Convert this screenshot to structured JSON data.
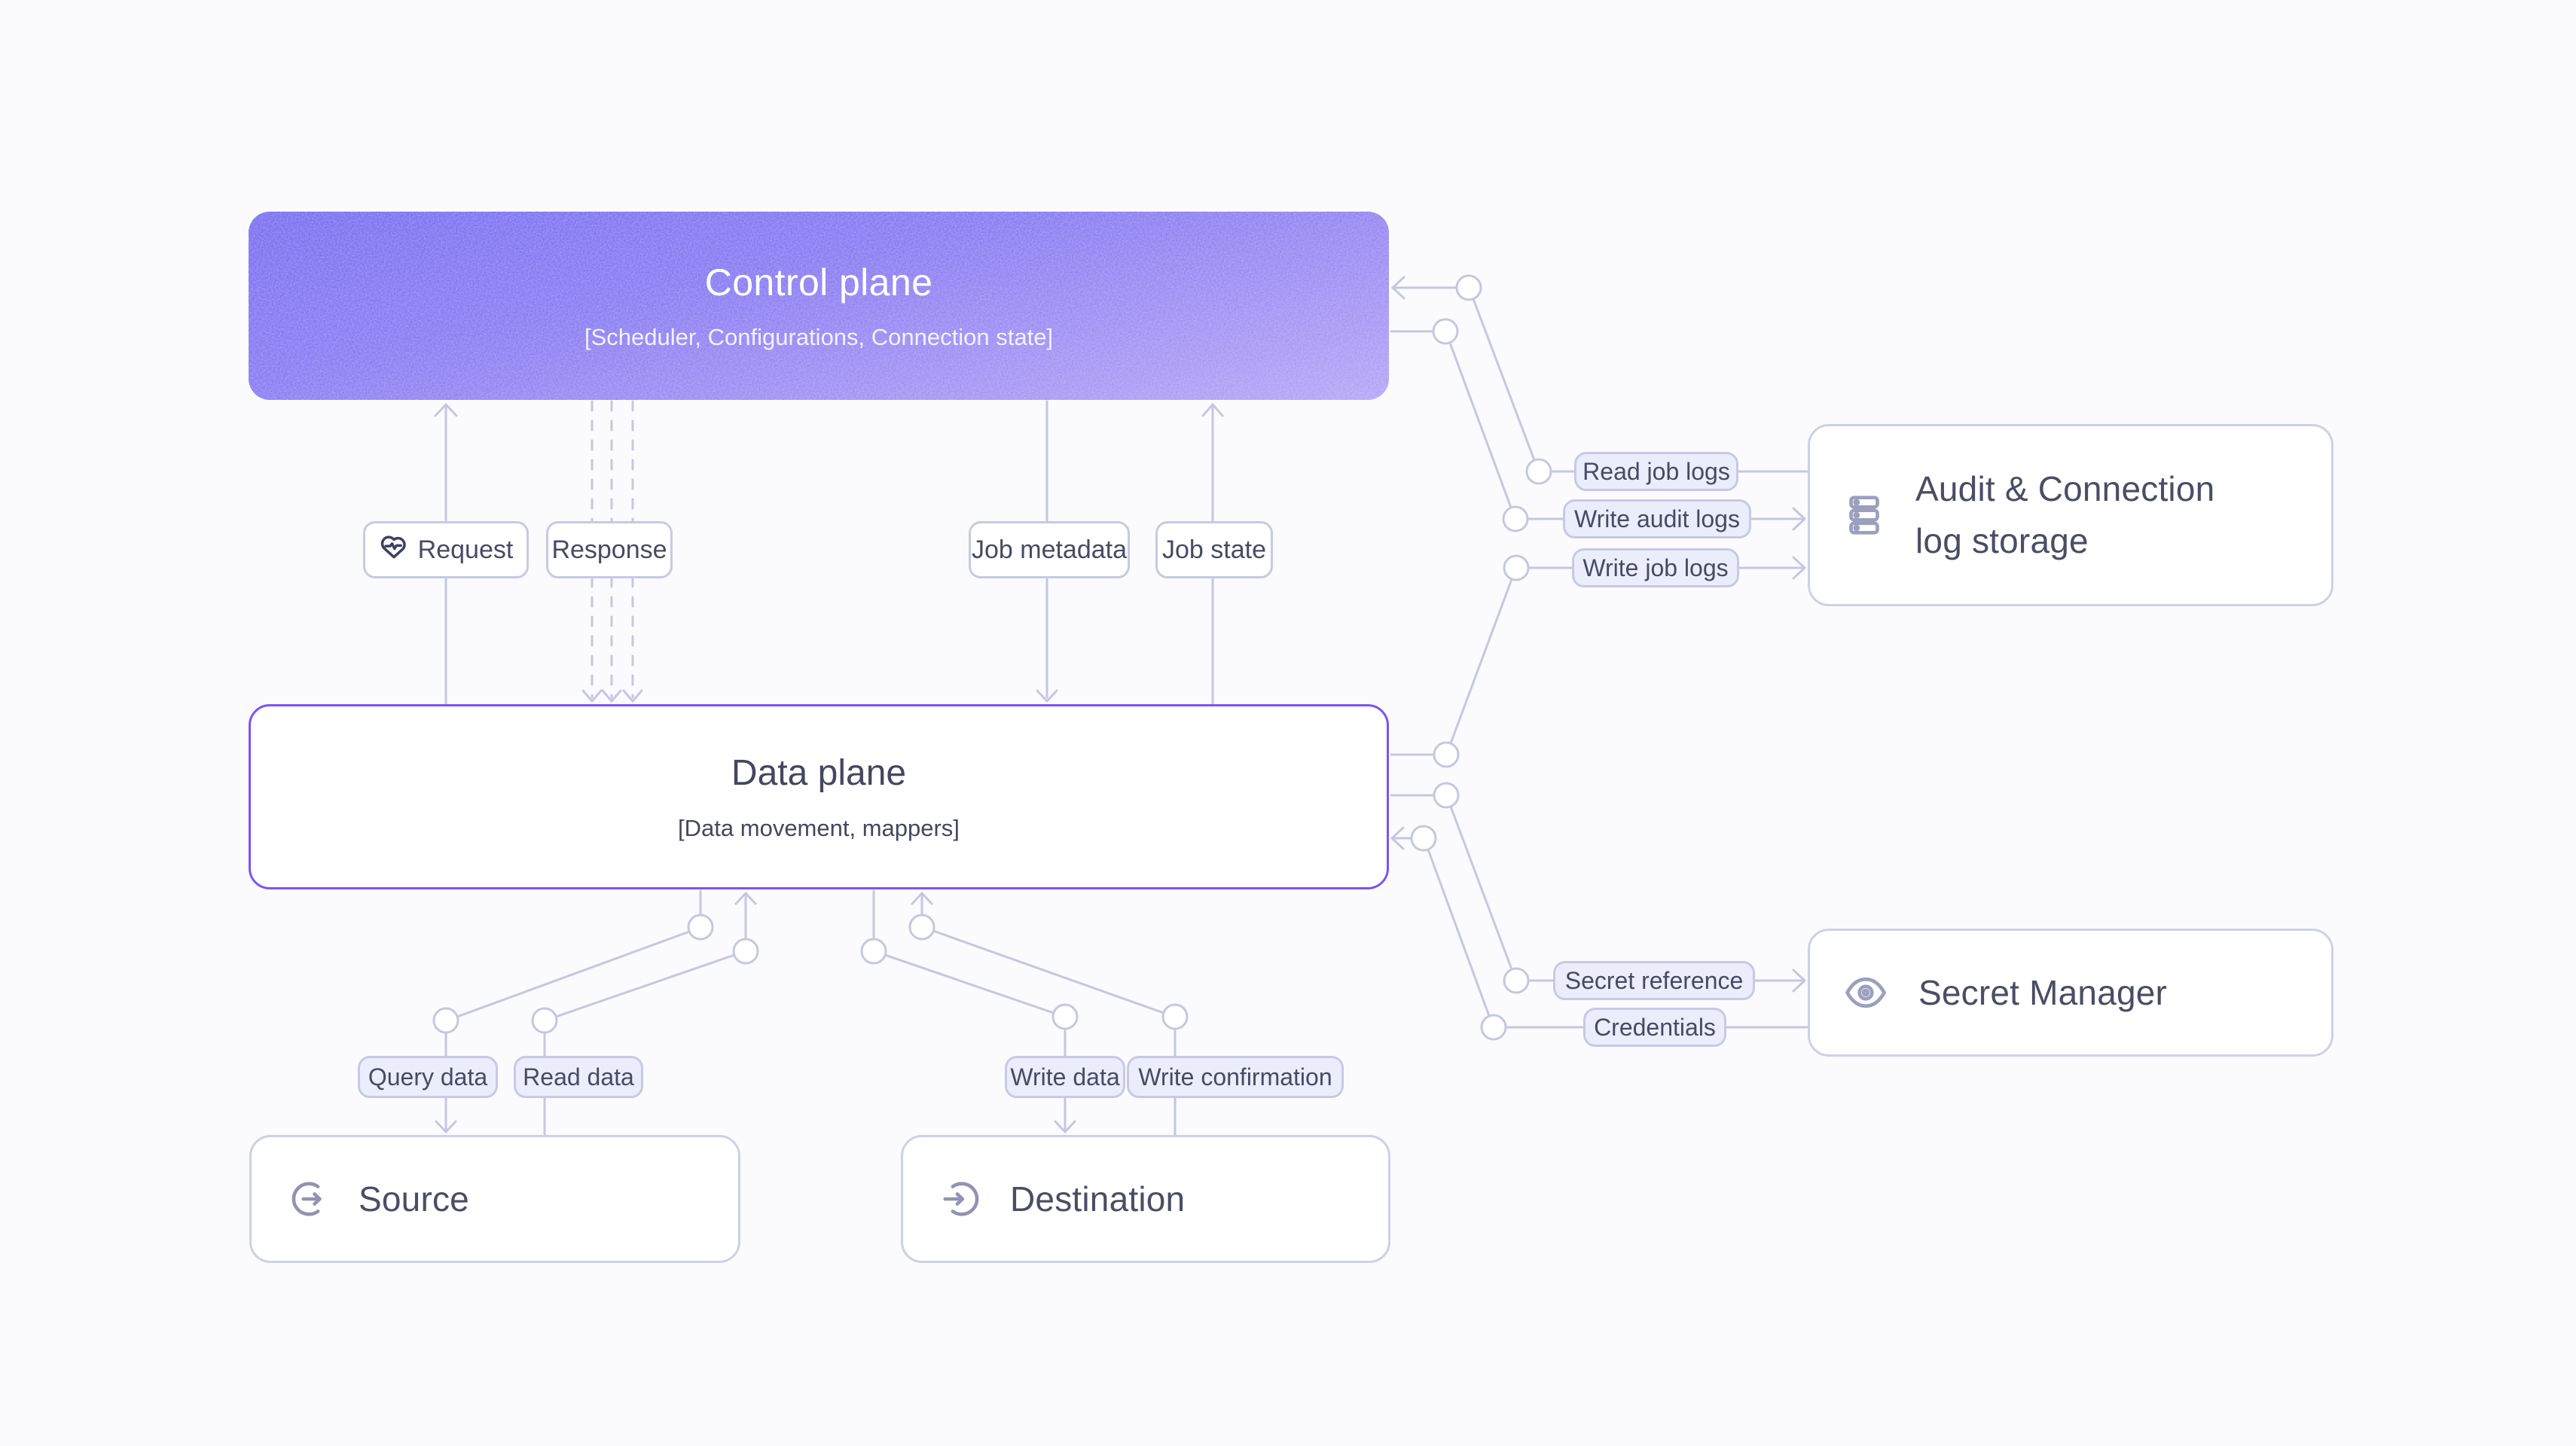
{
  "diagram": {
    "nodes": {
      "control_plane": {
        "title": "Control plane",
        "subtitle": "[Scheduler, Configurations, Connection state]"
      },
      "data_plane": {
        "title": "Data plane",
        "subtitle": "[Data movement, mappers]"
      },
      "source": {
        "title": "Source",
        "icon": "source-export-icon"
      },
      "destination": {
        "title": "Destination",
        "icon": "destination-import-icon"
      },
      "audit_log_storage": {
        "title": "Audit & Connection log storage",
        "icon": "database-stack-icon"
      },
      "secret_manager": {
        "title": "Secret Manager",
        "icon": "eye-icon"
      }
    },
    "edge_labels": {
      "request": "Request",
      "response": "Response",
      "job_metadata": "Job metadata",
      "job_state": "Job state",
      "read_job_logs": "Read job logs",
      "write_audit_logs": "Write audit logs",
      "write_job_logs": "Write job logs",
      "secret_reference": "Secret reference",
      "credentials": "Credentials",
      "query_data": "Query data",
      "read_data": "Read data",
      "write_data": "Write data",
      "write_confirmation": "Write confirmation"
    },
    "colors": {
      "accent_purple": "#7a55f5",
      "control_gradient_top": "#6a60ef",
      "control_gradient_bottom": "#b1a0f6",
      "wire": "#c5c7e2",
      "pill_fill": "#ebedfb",
      "pill_border": "#c7c9e6",
      "text_dark": "#45465f",
      "icon_gray": "#9193b2",
      "background": "#fbfbfd"
    }
  }
}
